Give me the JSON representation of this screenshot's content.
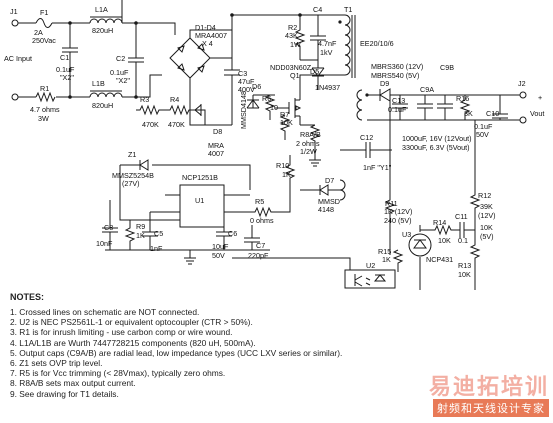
{
  "ref_j1": "J1",
  "ref_j2": "J2",
  "ac_input": "AC Input",
  "fuse": {
    "ref": "F1",
    "value": "2A",
    "rating": "250Vac"
  },
  "l1a": {
    "ref": "L1A",
    "value": "820uH"
  },
  "l1b": {
    "ref": "L1B",
    "value": "820uH"
  },
  "c1": {
    "ref": "C1",
    "value": "0.1uF",
    "note": "\"X2\""
  },
  "c2": {
    "ref": "C2",
    "value": "0.1uF",
    "note": "\"X2\""
  },
  "r1": {
    "ref": "R1",
    "value": "4.7 ohms",
    "power": "3W"
  },
  "bridge": {
    "ref": "D1-D4",
    "part": "MRA4007",
    "qty": "X 4"
  },
  "c3": {
    "ref": "C3",
    "value": "47uF",
    "voltage": "400V"
  },
  "r3": {
    "ref": "R3",
    "value": "470K"
  },
  "r4": {
    "ref": "R4",
    "value": "470K"
  },
  "d8": {
    "ref": "D8",
    "part1": "MRA",
    "part2": "4007"
  },
  "d6": {
    "ref": "D6",
    "part": "MMSD4148"
  },
  "r6": {
    "ref": "R6",
    "value": "10"
  },
  "r7": {
    "ref": "R7",
    "value": "10K"
  },
  "r2": {
    "ref": "R2",
    "value": "43K",
    "power": "1W"
  },
  "c4": {
    "ref": "C4",
    "value": "4.7nF",
    "voltage": "1kV"
  },
  "d5": {
    "ref": "D5",
    "part": "1N4937"
  },
  "q1": {
    "ref": "Q1",
    "part": "NDD03N60Z"
  },
  "t1": {
    "ref": "T1",
    "core": "EE20/10/6"
  },
  "r8": {
    "ref": "R8A/B",
    "value": "2 ohms",
    "power": "1/2W"
  },
  "r10": {
    "ref": "R10",
    "value": "1K"
  },
  "d7": {
    "ref": "D7",
    "part1": "MMSD",
    "part2": "4148"
  },
  "z1": {
    "ref": "Z1",
    "part": "MMSZ5254B",
    "volt": "(27V)"
  },
  "u1": {
    "ref": "U1",
    "part": "NCP1251B"
  },
  "r5": {
    "ref": "R5",
    "value": "0 ohms"
  },
  "c8": {
    "ref": "C8",
    "value": "10nF"
  },
  "r9": {
    "ref": "R9",
    "value": "1K"
  },
  "c5": {
    "ref": "C5",
    "value": "1nF"
  },
  "c6": {
    "ref": "C6",
    "value": "10uF",
    "voltage": "50V"
  },
  "c7": {
    "ref": "C7",
    "value": "220pF"
  },
  "c12": {
    "ref": "C12",
    "value": "1nF \"Y1\""
  },
  "d9": {
    "ref": "D9",
    "part1": "MBRS360 (12V)",
    "part2": "MBRS540 (5V)"
  },
  "c9": {
    "ref_a": "C9A",
    "ref_b": "C9B",
    "value1": "1000uF, 16V (12Vout)",
    "value2": "3300uF, 6.3V (5Vout)"
  },
  "c13": {
    "ref": "C13",
    "value": "0.1uF"
  },
  "r16": {
    "ref": "R16",
    "value": "3K"
  },
  "c10": {
    "ref": "C10",
    "value": "0.1uF",
    "voltage": "50V"
  },
  "vout": "Vout",
  "plus": "+",
  "r11": {
    "ref": "R11",
    "value1": "1K (12V)",
    "value2": "240 (5V)"
  },
  "r12": {
    "ref": "R12",
    "value1": "39K",
    "value2": "(12V)",
    "value3": "10K",
    "value4": "(5V)"
  },
  "r14": {
    "ref": "R14",
    "value": "10K"
  },
  "c11": {
    "ref": "C11",
    "value": "0.1"
  },
  "u3": {
    "ref": "U3",
    "part": "NCP431"
  },
  "r13": {
    "ref": "R13",
    "value": "10K"
  },
  "r15": {
    "ref": "R15",
    "value": "1K"
  },
  "u2": {
    "ref": "U2"
  },
  "notes": {
    "title": "NOTES:",
    "items": [
      "1. Crossed lines on schematic are NOT connected.",
      "2. U2 is NEC PS2561L-1 or equivalent optocoupler (CTR > 50%).",
      "3. R1 is for inrush limiting - use carbon comp or wire wound.",
      "4. L1A/L1B are Wurth 7447728215 components (820 uH, 500mA).",
      "5. Output caps (C9A/B) are radial lead, low impedance types (UCC LXV series or similar).",
      "6. Z1 sets OVP trip level.",
      "7. R5 is for Vcc trimming (< 28Vmax), typically zero ohms.",
      "8. R8A/B sets max output current.",
      "9. See drawing for T1 details."
    ]
  },
  "watermark": {
    "title": "易迪拓培训",
    "subtitle": "射频和天线设计专家"
  }
}
